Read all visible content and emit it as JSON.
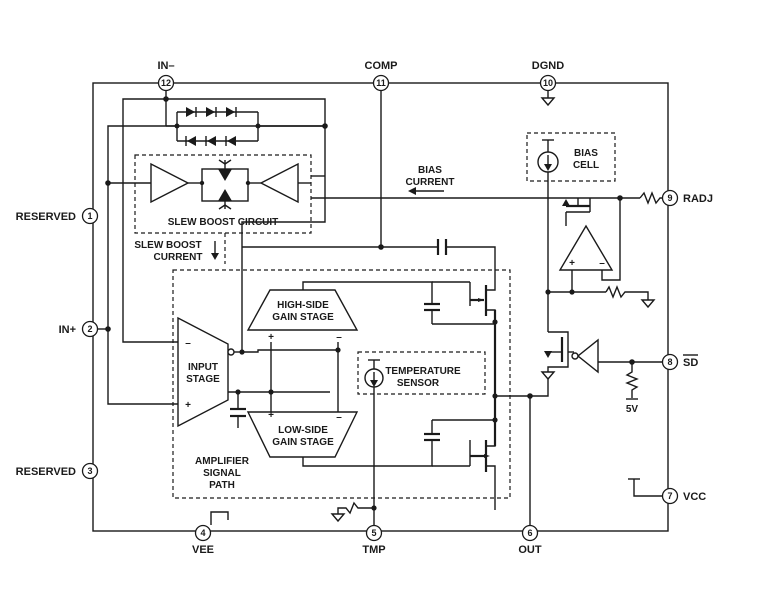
{
  "pins": [
    {
      "num": "1",
      "label": "RESERVED"
    },
    {
      "num": "2",
      "label": "IN+"
    },
    {
      "num": "3",
      "label": "RESERVED"
    },
    {
      "num": "4",
      "label": "VEE"
    },
    {
      "num": "5",
      "label": "TMP"
    },
    {
      "num": "6",
      "label": "OUT"
    },
    {
      "num": "7",
      "label": "VCC"
    },
    {
      "num": "8",
      "label": "SD"
    },
    {
      "num": "9",
      "label": "RADJ"
    },
    {
      "num": "10",
      "label": "DGND"
    },
    {
      "num": "11",
      "label": "COMP"
    },
    {
      "num": "12",
      "label": "IN–"
    }
  ],
  "blocks": {
    "slew_boost": "SLEW BOOST CIRCUIT",
    "slew_current_1": "SLEW BOOST",
    "slew_current_2": "CURRENT",
    "bias_current_1": "BIAS",
    "bias_current_2": "CURRENT",
    "bias_cell_1": "BIAS",
    "bias_cell_2": "CELL",
    "high_side_1": "HIGH-SIDE",
    "high_side_2": "GAIN STAGE",
    "low_side_1": "LOW-SIDE",
    "low_side_2": "GAIN STAGE",
    "input_stage_1": "INPUT",
    "input_stage_2": "STAGE",
    "temp_sensor_1": "TEMPERATURE",
    "temp_sensor_2": "SENSOR",
    "amp_path_1": "AMPLIFIER",
    "amp_path_2": "SIGNAL",
    "amp_path_3": "PATH",
    "five_volt": "5V",
    "minus": "–",
    "plus": "+"
  }
}
